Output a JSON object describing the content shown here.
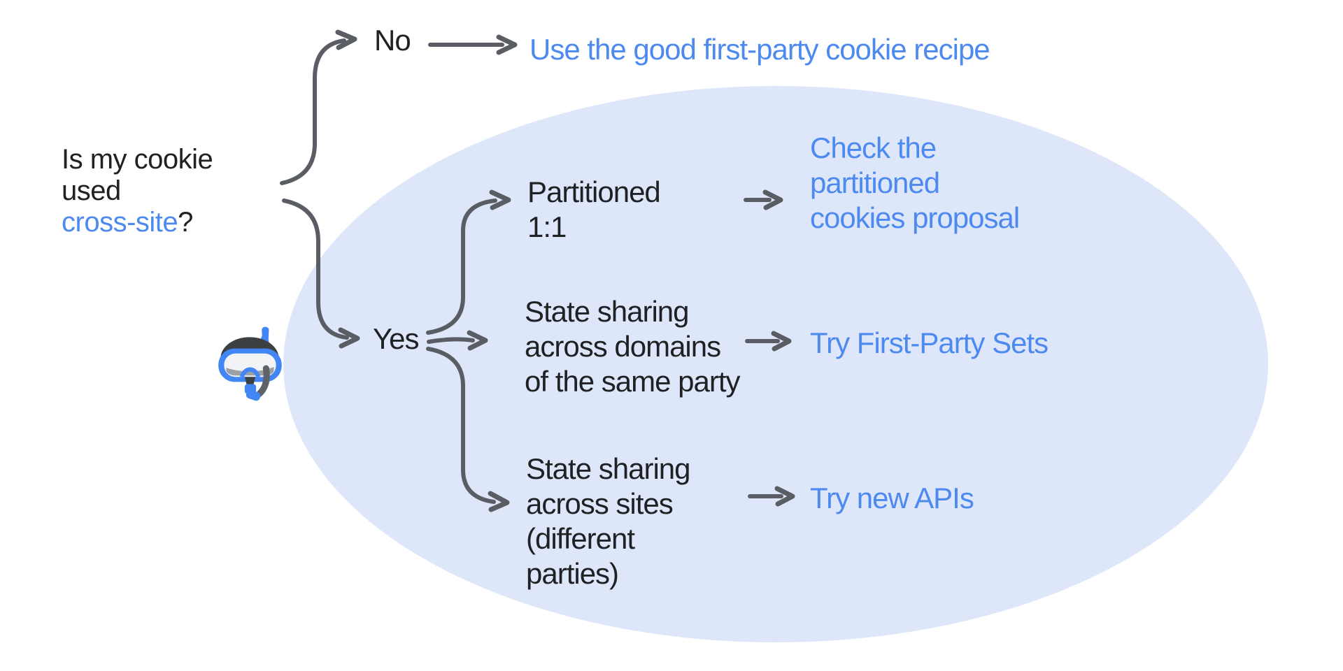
{
  "palette": {
    "background": "#ffffff",
    "ellipse_fill": "#DEE7FA",
    "link_blue": "#4D8AF0",
    "text_black": "#202124",
    "arrow_gray": "#5A5E64"
  },
  "question": {
    "line1": "Is my cookie",
    "line2": "used",
    "line3_highlight": "cross-site",
    "line3_suffix": "?"
  },
  "branch_no": {
    "label": "No",
    "result": "Use the good first-party cookie recipe"
  },
  "branch_yes": {
    "label": "Yes",
    "icon": "diving-mask",
    "sub_branches": [
      {
        "condition_lines": [
          "Partitioned",
          "1:1"
        ],
        "result_lines": [
          "Check the",
          "partitioned",
          "cookies proposal"
        ]
      },
      {
        "condition_lines": [
          "State sharing",
          "across domains",
          "of the same party"
        ],
        "result_lines": [
          "Try First-Party Sets"
        ]
      },
      {
        "condition_lines": [
          "State sharing",
          "across sites",
          "(different",
          "parties)"
        ],
        "result_lines": [
          "Try new APIs"
        ]
      }
    ]
  }
}
